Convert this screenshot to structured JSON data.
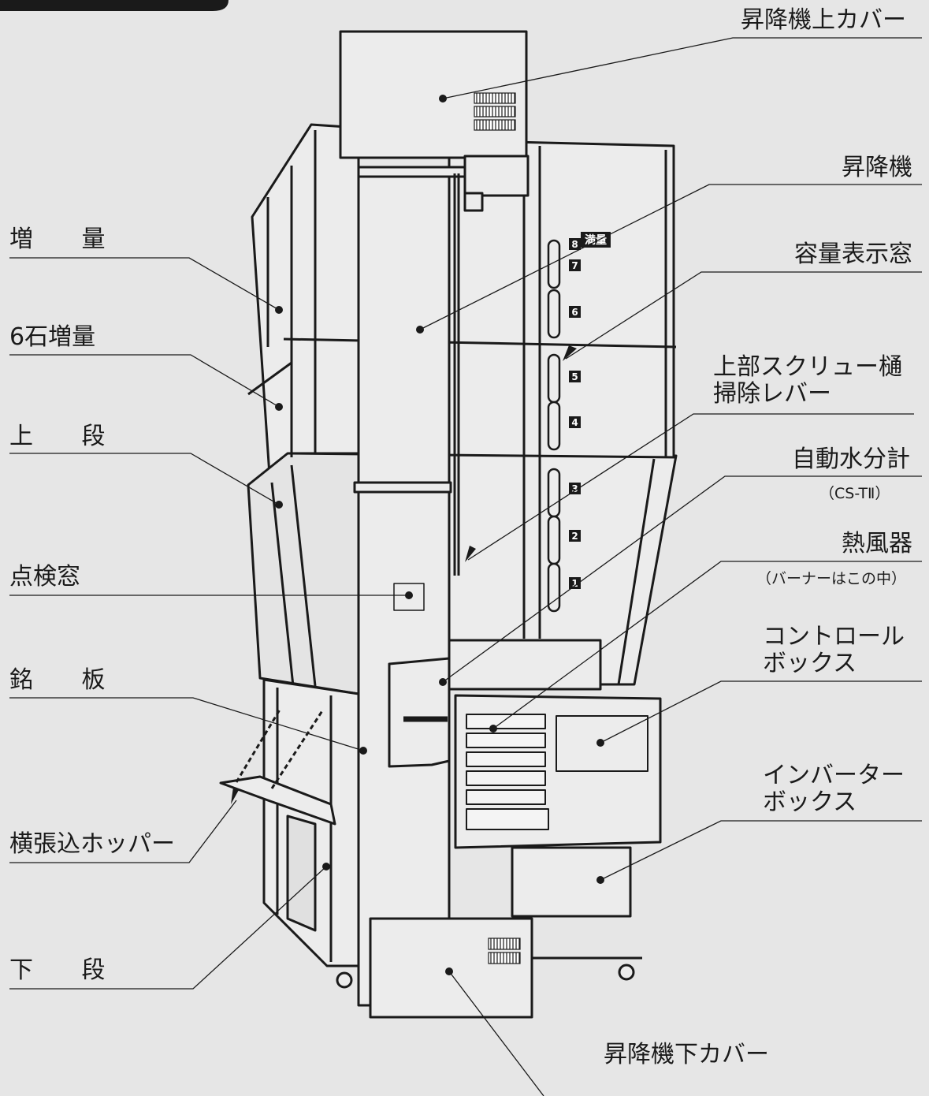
{
  "labels": {
    "upper_elevator_cover": "昇降機上カバー",
    "elevator": "昇降機",
    "capacity_window": "容量表示窓",
    "screw_lever_line1": "上部スクリュー樋",
    "screw_lever_line2": "掃除レバー",
    "moisture_meter": "自動水分計",
    "moisture_meter_model": "（CS-TⅡ）",
    "heater": "熱風器",
    "heater_note": "（バーナーはこの中）",
    "control_box_line1": "コントロール",
    "control_box_line2": "ボックス",
    "inverter_box_line1": "インバーター",
    "inverter_box_line2": "ボックス",
    "lower_elevator_cover": "昇降機下カバー",
    "extension": "増 量",
    "six_koku_extension": "6石増量",
    "upper_tier": "上 段",
    "inspection_window": "点検窓",
    "nameplate": "銘 板",
    "side_hopper": "横張込ホッパー",
    "lower_tier": "下 段"
  },
  "capacity_scale": {
    "levels": [
      "1",
      "2",
      "3",
      "4",
      "5",
      "6",
      "7",
      "8"
    ],
    "full_label": "満量"
  },
  "colors": {
    "background": "#e6e6e6",
    "line": "#1a1a1a",
    "panel": "#ececec"
  }
}
